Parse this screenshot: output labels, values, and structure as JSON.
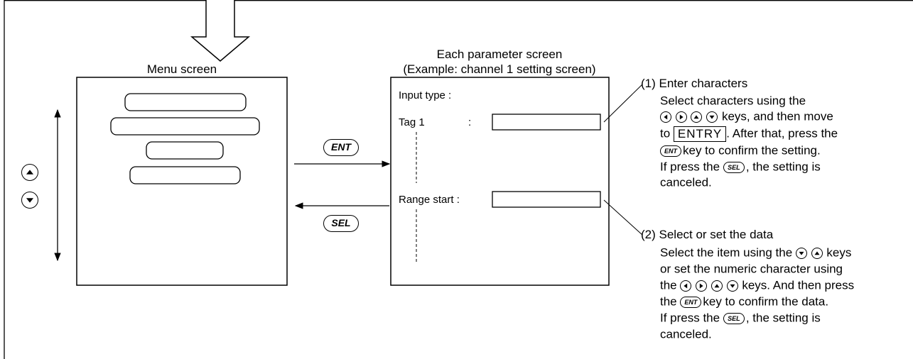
{
  "menu": {
    "title": "Menu screen"
  },
  "param": {
    "title_line1": "Each parameter screen",
    "title_line2": "(Example: channel 1 setting screen)",
    "rows": {
      "input_type": "Input type  :",
      "tag1": "Tag 1",
      "tag1_colon": ":",
      "range_start": "Range start :"
    }
  },
  "keys": {
    "ent": "ENT",
    "sel": "SEL",
    "up": "up-arrow-key",
    "down": "down-arrow-key",
    "left": "left-arrow-key",
    "right": "right-arrow-key"
  },
  "notes": {
    "n1": {
      "heading": "(1) Enter characters",
      "l1": "Select characters using the",
      "l2_tail": "keys, and then move",
      "l3_pre": "to",
      "l3_boxed": "ENTRY",
      "l3_tail": ". After that, press the",
      "l4_tail": "key to confirm the setting.",
      "l5_pre": "If press the",
      "l5_tail": ", the setting is",
      "l6": "canceled."
    },
    "n2": {
      "heading": "(2) Select or set the data",
      "l1_pre": "Select the item using the",
      "l1_tail": "keys",
      "l2": "or set the numeric character using",
      "l3_pre": "the",
      "l3_tail": "keys.  And then press",
      "l4_pre": "the",
      "l4_tail": "key to confirm the data.",
      "l5_pre": "If press the",
      "l5_tail": ", the setting is",
      "l6": "canceled."
    }
  }
}
